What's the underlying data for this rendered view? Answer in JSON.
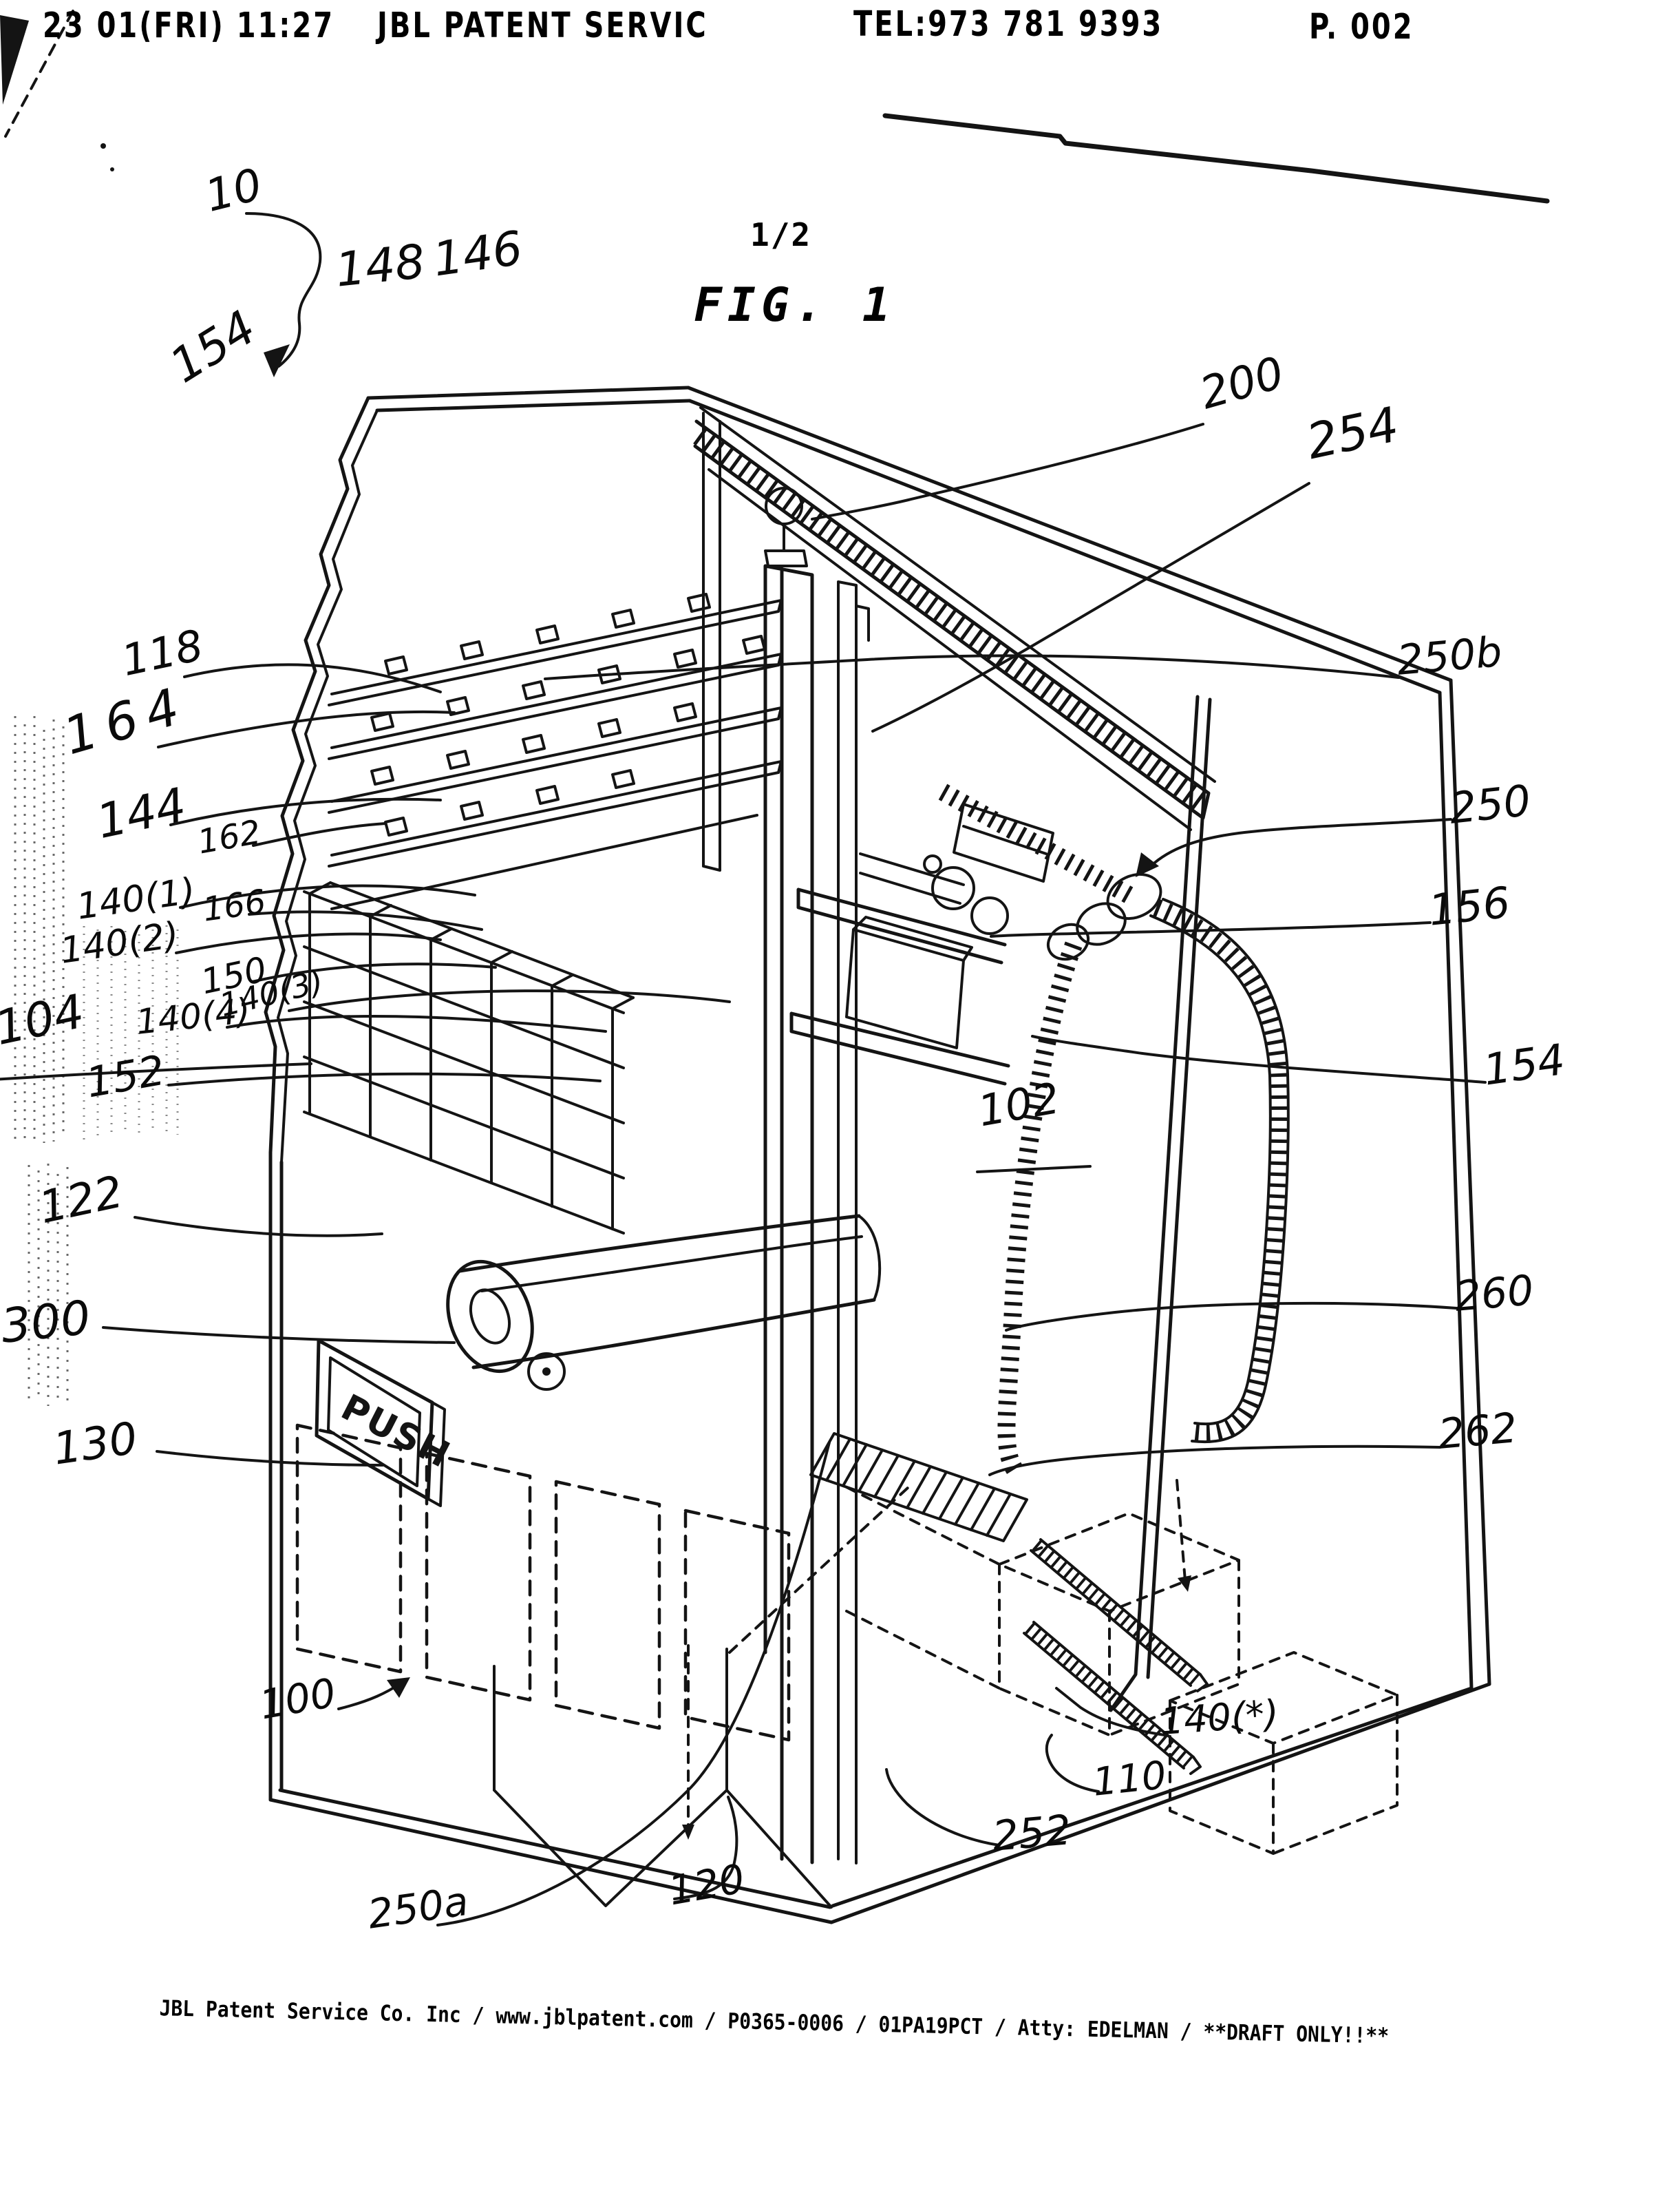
{
  "fax_header": {
    "timestamp": "23 01(FRI) 11:27",
    "sender": "JBL PATENT SERVIC",
    "tel": "TEL:973 781 9393",
    "page_number": "P. 002"
  },
  "sheet": {
    "page_indicator": "1/2",
    "figure_title": "FIG. 1"
  },
  "drawing": {
    "push_sign": "PUSH",
    "reference_labels": [
      {
        "text": "10"
      },
      {
        "text": "148"
      },
      {
        "text": "146"
      },
      {
        "text": "154"
      },
      {
        "text": "118"
      },
      {
        "text": "164"
      },
      {
        "text": "144"
      },
      {
        "text": "162"
      },
      {
        "text": "140(1)"
      },
      {
        "text": "166"
      },
      {
        "text": "140(2)"
      },
      {
        "text": "150"
      },
      {
        "text": "140(4)"
      },
      {
        "text": "140(3)"
      },
      {
        "text": "104"
      },
      {
        "text": "152"
      },
      {
        "text": "122"
      },
      {
        "text": "300"
      },
      {
        "text": "130"
      },
      {
        "text": "100"
      },
      {
        "text": "250a"
      },
      {
        "text": "120"
      },
      {
        "text": "252"
      },
      {
        "text": "110"
      },
      {
        "text": "140(*)"
      },
      {
        "text": "262"
      },
      {
        "text": "260"
      },
      {
        "text": "154"
      },
      {
        "text": "102"
      },
      {
        "text": "156"
      },
      {
        "text": "250"
      },
      {
        "text": "250b"
      },
      {
        "text": "254"
      },
      {
        "text": "200"
      }
    ]
  },
  "footer": {
    "line": "JBL Patent Service Co. Inc / www.jblpatent.com / P0365-0006 / 01PA19PCT / Atty: EDELMAN / **DRAFT ONLY!!**"
  }
}
